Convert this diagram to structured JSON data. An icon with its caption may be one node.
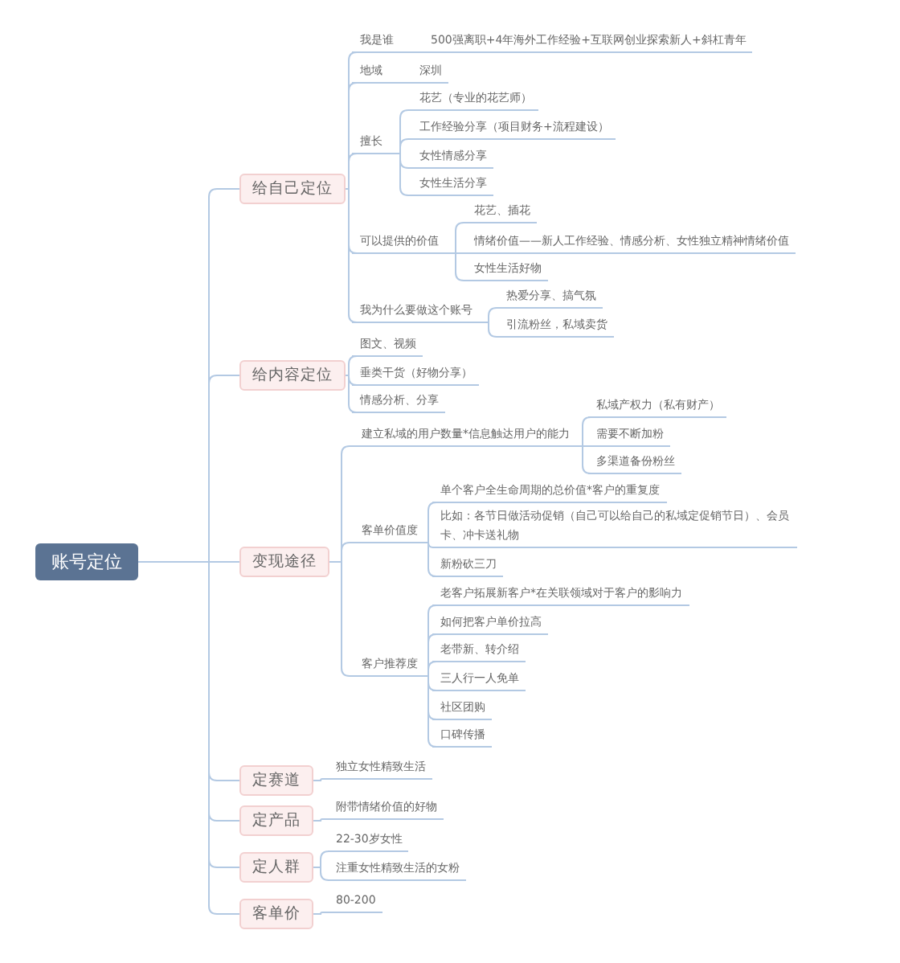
{
  "diagram": {
    "nodes": [
      {
        "text": [
          "账号定位"
        ]
      },
      {
        "text": [
          "给自己定位"
        ]
      },
      {
        "text": [
          "给内容定位"
        ]
      },
      {
        "text": [
          "变现途径"
        ]
      },
      {
        "text": [
          "定赛道"
        ]
      },
      {
        "text": [
          "定产品"
        ]
      },
      {
        "text": [
          "定人群"
        ]
      },
      {
        "text": [
          "客单价"
        ]
      },
      {
        "text": [
          "我是谁"
        ]
      },
      {
        "text": [
          "500强离职+4年海外工作经验+互联网创业探索新人+斜杠青年"
        ]
      },
      {
        "text": [
          "地域"
        ]
      },
      {
        "text": [
          "深圳"
        ]
      },
      {
        "text": [
          "擅长"
        ]
      },
      {
        "text": [
          "花艺（专业的花艺师）"
        ]
      },
      {
        "text": [
          "工作经验分享（项目财务+流程建设）"
        ]
      },
      {
        "text": [
          "女性情感分享"
        ]
      },
      {
        "text": [
          "女性生活分享"
        ]
      },
      {
        "text": [
          "可以提供的价值"
        ]
      },
      {
        "text": [
          "花艺、插花"
        ]
      },
      {
        "text": [
          "情绪价值——新人工作经验、情感分析、女性独立精神情绪价值"
        ]
      },
      {
        "text": [
          "女性生活好物"
        ]
      },
      {
        "text": [
          "我为什么要做这个账号"
        ]
      },
      {
        "text": [
          "热爱分享、搞气氛"
        ]
      },
      {
        "text": [
          "引流粉丝，私域卖货"
        ]
      },
      {
        "text": [
          "图文、视频"
        ]
      },
      {
        "text": [
          "垂类干货（好物分享）"
        ]
      },
      {
        "text": [
          "情感分析、分享"
        ]
      },
      {
        "text": [
          "建立私域的用户数量*信息触达用户的能力"
        ]
      },
      {
        "text": [
          "私域产权力（私有财产）"
        ]
      },
      {
        "text": [
          "需要不断加粉"
        ]
      },
      {
        "text": [
          "多渠道备份粉丝"
        ]
      },
      {
        "text": [
          "客单价值度"
        ]
      },
      {
        "text": [
          "单个客户全生命周期的总价值*客户的重复度"
        ]
      },
      {
        "text": [
          "比如：各节日做活动促销（自己可以给自己的私域定促销节日）、会员卡、冲卡送礼物"
        ]
      },
      {
        "text": [
          "新粉砍三刀"
        ]
      },
      {
        "text": [
          "客户推荐度"
        ]
      },
      {
        "text": [
          "老客户拓展新客户*在关联领域对于客户的影响力"
        ]
      },
      {
        "text": [
          "如何把客户单价拉高"
        ]
      },
      {
        "text": [
          "老带新、转介绍"
        ]
      },
      {
        "text": [
          "三人行一人免单"
        ]
      },
      {
        "text": [
          "社区团购"
        ]
      },
      {
        "text": [
          "口碑传播"
        ]
      },
      {
        "text": [
          "独立女性精致生活"
        ]
      },
      {
        "text": [
          "附带情绪价值的好物"
        ]
      },
      {
        "text": [
          "22-30岁女性"
        ]
      },
      {
        "text": [
          "注重女性精致生活的女粉"
        ]
      },
      {
        "text": [
          "80-200"
        ]
      }
    ],
    "edges": [
      {
        "from": 0,
        "to": 1,
        "arrow": "none"
      },
      {
        "from": 0,
        "to": 2,
        "arrow": "none"
      },
      {
        "from": 0,
        "to": 3,
        "arrow": "none"
      },
      {
        "from": 0,
        "to": 4,
        "arrow": "none"
      },
      {
        "from": 0,
        "to": 5,
        "arrow": "none"
      },
      {
        "from": 0,
        "to": 6,
        "arrow": "none"
      },
      {
        "from": 0,
        "to": 7,
        "arrow": "none"
      },
      {
        "from": 1,
        "to": 8,
        "arrow": "none"
      },
      {
        "from": 8,
        "to": 9,
        "arrow": "none"
      },
      {
        "from": 1,
        "to": 10,
        "arrow": "none"
      },
      {
        "from": 10,
        "to": 11,
        "arrow": "none"
      },
      {
        "from": 1,
        "to": 12,
        "arrow": "none"
      },
      {
        "from": 12,
        "to": 13,
        "arrow": "none"
      },
      {
        "from": 12,
        "to": 14,
        "arrow": "none"
      },
      {
        "from": 12,
        "to": 15,
        "arrow": "none"
      },
      {
        "from": 12,
        "to": 16,
        "arrow": "none"
      },
      {
        "from": 1,
        "to": 17,
        "arrow": "none"
      },
      {
        "from": 17,
        "to": 18,
        "arrow": "none"
      },
      {
        "from": 17,
        "to": 19,
        "arrow": "none"
      },
      {
        "from": 17,
        "to": 20,
        "arrow": "none"
      },
      {
        "from": 1,
        "to": 21,
        "arrow": "none"
      },
      {
        "from": 21,
        "to": 22,
        "arrow": "none"
      },
      {
        "from": 21,
        "to": 23,
        "arrow": "none"
      },
      {
        "from": 2,
        "to": 24,
        "arrow": "none"
      },
      {
        "from": 2,
        "to": 25,
        "arrow": "none"
      },
      {
        "from": 2,
        "to": 26,
        "arrow": "none"
      },
      {
        "from": 3,
        "to": 27,
        "arrow": "none"
      },
      {
        "from": 27,
        "to": 28,
        "arrow": "none"
      },
      {
        "from": 27,
        "to": 29,
        "arrow": "none"
      },
      {
        "from": 27,
        "to": 30,
        "arrow": "none"
      },
      {
        "from": 3,
        "to": 31,
        "arrow": "none"
      },
      {
        "from": 31,
        "to": 32,
        "arrow": "none"
      },
      {
        "from": 31,
        "to": 33,
        "arrow": "none"
      },
      {
        "from": 31,
        "to": 34,
        "arrow": "none"
      },
      {
        "from": 3,
        "to": 35,
        "arrow": "none"
      },
      {
        "from": 35,
        "to": 36,
        "arrow": "none"
      },
      {
        "from": 35,
        "to": 37,
        "arrow": "none"
      },
      {
        "from": 35,
        "to": 38,
        "arrow": "none"
      },
      {
        "from": 35,
        "to": 39,
        "arrow": "none"
      },
      {
        "from": 35,
        "to": 40,
        "arrow": "none"
      },
      {
        "from": 35,
        "to": 41,
        "arrow": "none"
      },
      {
        "from": 4,
        "to": 42,
        "arrow": "none"
      },
      {
        "from": 5,
        "to": 43,
        "arrow": "none"
      },
      {
        "from": 6,
        "to": 44,
        "arrow": "none"
      },
      {
        "from": 6,
        "to": 45,
        "arrow": "none"
      },
      {
        "from": 7,
        "to": 46,
        "arrow": "none"
      }
    ]
  }
}
